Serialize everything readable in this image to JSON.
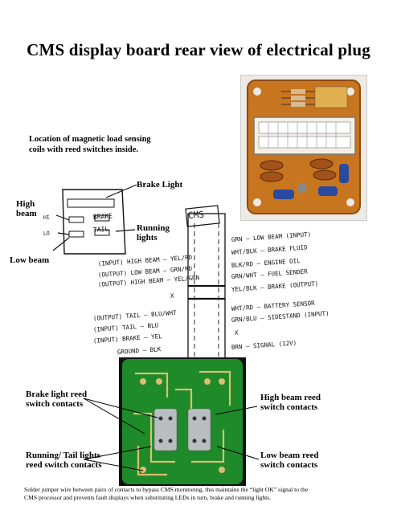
{
  "title": "CMS display board rear view of electrical plug",
  "location_note": {
    "line1": "Location of magnetic load sensing",
    "line2": "coils with reed switches inside."
  },
  "diagram_labels": {
    "brake_light": "Brake Light",
    "high_beam_1": "High",
    "high_beam_2": "beam",
    "running_lights_1": "Running",
    "running_lights_2": "lights",
    "low_beam": "Low beam",
    "brake": "BRAKE",
    "tail": "TAIL",
    "hi": "HI",
    "lo": "LO",
    "cms_box": "CMS"
  },
  "wiring_left": [
    "(INPUT) HIGH BEAM — YEL/RD",
    "(OUTPUT) LOW BEAM — GRN/RD",
    "(OUTPUT) HIGH BEAM — YEL/GRN",
    "X",
    "(OUTPUT) TAIL — BLU/WHT",
    "(INPUT) TAIL — BLU",
    "(INPUT) BRAKE — YEL",
    "GROUND — BLK"
  ],
  "wiring_right": [
    "GRN — LOW BEAM (INPUT)",
    "WHT/BLK — BRAKE FLUID",
    "BLK/RD — ENGINE OIL",
    "GRN/WHT — FUEL SENDER",
    "YEL/BLK — BRAKE (OUTPUT)",
    "WHT/RD — BATTERY SENSOR",
    "GRN/BLU — SIDESTAND (INPUT)",
    "X",
    "BRN — SIGNAL (12V)"
  ],
  "photo_labels": {
    "brake_reed_1": "Brake light reed",
    "brake_reed_2": "switch contacts",
    "high_reed_1": "High beam reed",
    "high_reed_2": "switch contacts",
    "running_reed_1": "Running/ Tail lights",
    "running_reed_2": "reed switch contacts",
    "low_reed_1": "Low beam reed",
    "low_reed_2": "switch contacts"
  },
  "caption": {
    "line1": "Solder jumper wire between pairs of contacts to bypass CMS monitoring, this maintains the “light OK” signal to the",
    "line2": "CMS processor and prevents fault displays when substituting LEDs in turn, brake and running lights."
  },
  "colors": {
    "pcb_orange": "#c8751f",
    "pcb_green": "#1e8a2a",
    "copper": "#d8c070"
  }
}
